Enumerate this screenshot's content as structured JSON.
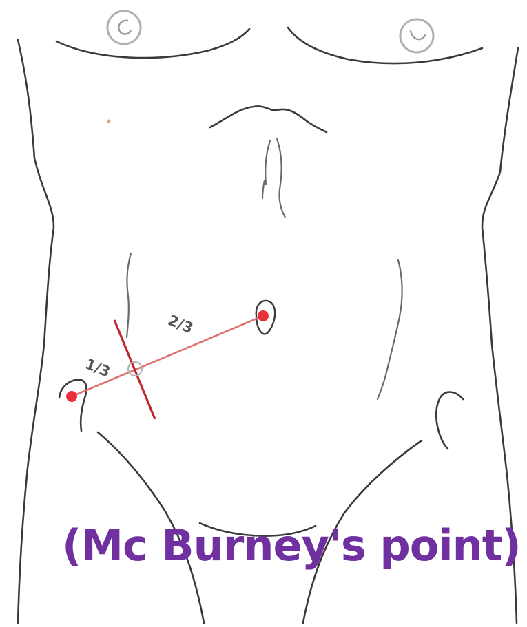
{
  "diagram": {
    "labels": {
      "one_third": "1/3",
      "two_thirds": "2/3"
    },
    "caption": "(Mc Burney's point)",
    "colors": {
      "outline": "#3a3a3a",
      "guide_line": "#e07070",
      "perpendicular_line": "#c0262c",
      "landmark_dot": "#e8303a",
      "caption": "#7030a0"
    }
  }
}
